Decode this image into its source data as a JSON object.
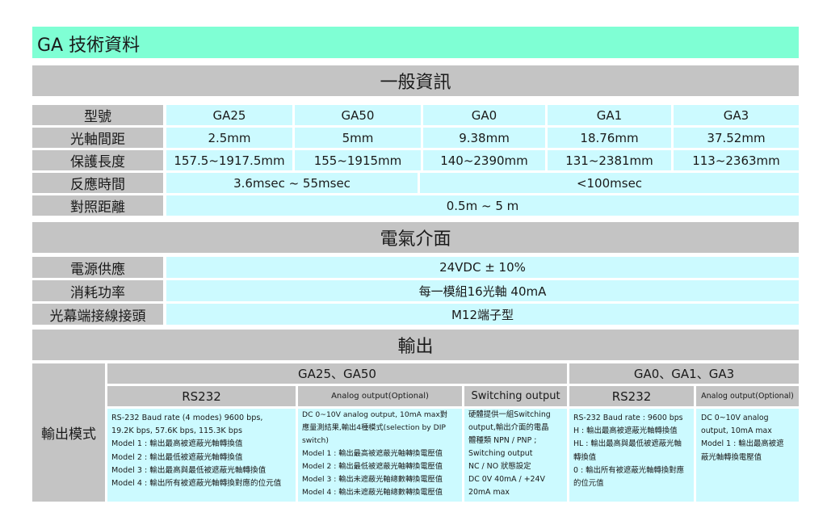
{
  "page_title": "GA 技術資料",
  "sections": {
    "general": "一般資訊",
    "electrical": "電氣介面",
    "output": "輸出"
  },
  "general": {
    "model_label": "型號",
    "models": [
      "GA25",
      "GA50",
      "GA0",
      "GA1",
      "GA3"
    ],
    "pitch_label": "光軸間距",
    "pitches": [
      "2.5mm",
      "5mm",
      "9.38mm",
      "18.76mm",
      "37.52mm"
    ],
    "length_label": "保護長度",
    "lengths": [
      "157.5~1917.5mm",
      "155~1915mm",
      "140~2390mm",
      "131~2381mm",
      "113~2363mm"
    ],
    "response_label": "反應時間",
    "response_a": "3.6msec ~ 55msec",
    "response_b": "<100msec",
    "range_label": "對照距離",
    "range": "0.5m ~ 5 m"
  },
  "electrical": {
    "power_label": "電源供應",
    "power": "24VDC ± 10%",
    "consumption_label": "消耗功率",
    "consumption": "每一模組16光軸 40mA",
    "connector_label": "光幕端接線接頭",
    "connector": "M12端子型"
  },
  "output": {
    "mode_label": "輸出模式",
    "group_a": "GA25、GA50",
    "group_b": "GA0、GA1、GA3",
    "col_rs232_a": "RS232",
    "col_analog_a": "Analog output(Optional)",
    "col_switching": "Switching output",
    "col_rs232_b": "RS232",
    "col_analog_b": "Analog output(Optional)",
    "rs232_a_lines": [
      "RS-232 Baud rate (4 modes) 9600 bps,",
      "19.2K bps, 57.6K bps, 115.3K bps",
      "Model 1 : 輸出最高被遮蔽光軸轉換值",
      "Model 2 : 輸出最低被遮蔽光軸轉換值",
      "Model 3 : 輸出最高與最低被遮蔽光軸轉換值",
      "Model 4 : 輸出所有被遮蔽光軸轉換對應的位元值"
    ],
    "analog_a_lines": [
      "DC 0~10V analog output, 10mA max對",
      "應量測結果,輸出4種模式(selection by DIP",
      "switch)",
      "Model 1 : 輸出最高被遮蔽光軸轉換電壓值",
      "Model 2 : 輸出最低被遮蔽光軸轉換電壓值",
      "Model 3 : 輸出未遮蔽光軸總數轉換電壓值",
      "Model 4 : 輸出未遮蔽光軸總數轉換電壓值"
    ],
    "switching_lines": [
      "硬體提供一組Switching",
      "output,輸出介面的電晶",
      "體種類 NPN / PNP ;",
      "Switching output",
      "NC / NO 狀態設定",
      "DC 0V 40mA / +24V",
      "20mA max"
    ],
    "rs232_b_lines": [
      "RS-232 Baud rate : 9600 bps",
      "H : 輸出最高被遮蔽光軸轉換值",
      "HL : 輸出最高與最低被遮蔽光軸",
      "轉換值",
      "0 : 輸出所有被遮蔽光軸轉換對應",
      "的位元值"
    ],
    "analog_b_lines": [
      "DC 0~10V analog",
      "output, 10mA max",
      "Model 1 : 輸出最高被遮",
      "蔽光軸轉換電壓值"
    ]
  },
  "colors": {
    "banner": "#7fffd4",
    "header_grey": "#c4c4c4",
    "value_cyan": "#ccfaff"
  }
}
